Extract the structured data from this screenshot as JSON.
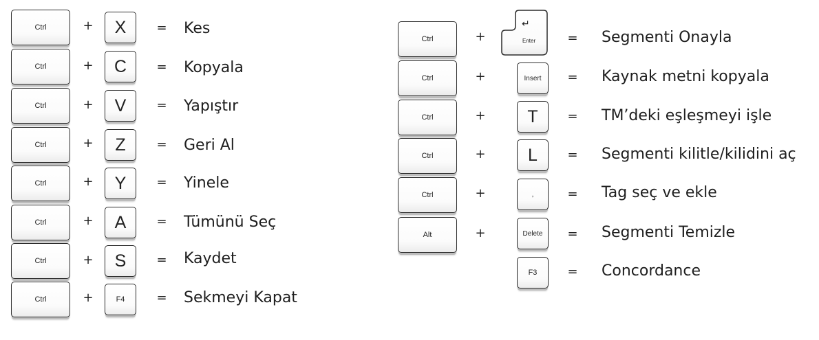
{
  "left_shortcuts": [
    {
      "modifier": "Ctrl",
      "key": "X",
      "action": "Kes"
    },
    {
      "modifier": "Ctrl",
      "key": "C",
      "action": "Kopyala"
    },
    {
      "modifier": "Ctrl",
      "key": "V",
      "action": "Yapıştır"
    },
    {
      "modifier": "Ctrl",
      "key": "Z",
      "action": "Geri Al"
    },
    {
      "modifier": "Ctrl",
      "key": "Y",
      "action": "Yinele"
    },
    {
      "modifier": "Ctrl",
      "key": "A",
      "action": "Tümünü Seç"
    },
    {
      "modifier": "Ctrl",
      "key": "S",
      "action": "Kaydet"
    },
    {
      "modifier": "Ctrl",
      "key": "F4",
      "action": "Sekmeyi Kapat"
    }
  ],
  "right_shortcuts": [
    {
      "modifier": "Ctrl",
      "key": "Enter",
      "key_symbol": "↵",
      "action": "Segmenti Onayla"
    },
    {
      "modifier": "Ctrl",
      "key": "Insert",
      "action": "Kaynak metni kopyala"
    },
    {
      "modifier": "Ctrl",
      "key": "T",
      "action": "TM’deki eşleşmeyi işle"
    },
    {
      "modifier": "Ctrl",
      "key": "L",
      "action": "Segmenti kilitle/kilidini aç"
    },
    {
      "modifier": "Ctrl",
      "key": ",",
      "action": "Tag seç ve ekle"
    },
    {
      "modifier": "Alt",
      "key": "Delete",
      "action": "Segmenti Temizle"
    },
    {
      "modifier": "",
      "key": "F3",
      "action": "Concordance"
    }
  ],
  "symbols": {
    "plus": "+",
    "equals": "="
  }
}
